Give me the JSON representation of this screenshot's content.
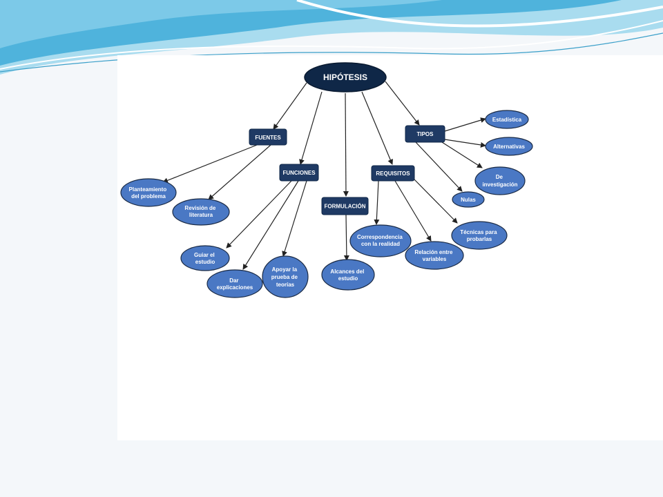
{
  "colors": {
    "background": "#f4f7fa",
    "canvas": "#ffffff",
    "wave_dark": "#4fb3dc",
    "wave_light": "#a9dcef",
    "root_fill": "#0f2747",
    "box_fill": "#1f3a64",
    "ellipse_fill": "#4a78c4",
    "stroke": "#1a2a44",
    "edge": "#222222"
  },
  "diagram": {
    "root": {
      "label": "HIPÓTESIS"
    },
    "categories": {
      "fuentes": {
        "label": "FUENTES"
      },
      "funciones": {
        "label": "FUNCIONES"
      },
      "formulacion": {
        "label": "FORMULACIÓN"
      },
      "requisitos": {
        "label": "REQUISITOS"
      },
      "tipos": {
        "label": "TIPOS"
      }
    },
    "leaves": {
      "planteamiento": {
        "lines": [
          "Planteamiento",
          "del problema"
        ]
      },
      "revision": {
        "lines": [
          "Revisión de",
          "literatura"
        ]
      },
      "guiar": {
        "lines": [
          "Guiar el",
          "estudio"
        ]
      },
      "dar": {
        "lines": [
          "Dar",
          "explicaciones"
        ]
      },
      "apoyar": {
        "lines": [
          "Apoyar la",
          "prueba de",
          "teorías"
        ]
      },
      "alcances": {
        "lines": [
          "Alcances del",
          "estudio"
        ]
      },
      "correspondencia": {
        "lines": [
          "Correspondencia",
          "con la realidad"
        ]
      },
      "relacion": {
        "lines": [
          "Relación entre",
          "variables"
        ]
      },
      "tecnicas": {
        "lines": [
          "Técnicas para",
          "probarlas"
        ]
      },
      "estadistica": {
        "lines": [
          "Estadística"
        ]
      },
      "alternativas": {
        "lines": [
          "Alternativas"
        ]
      },
      "investigacion": {
        "lines": [
          "De",
          "investigación"
        ]
      },
      "nulas": {
        "lines": [
          "Nulas"
        ]
      }
    }
  }
}
